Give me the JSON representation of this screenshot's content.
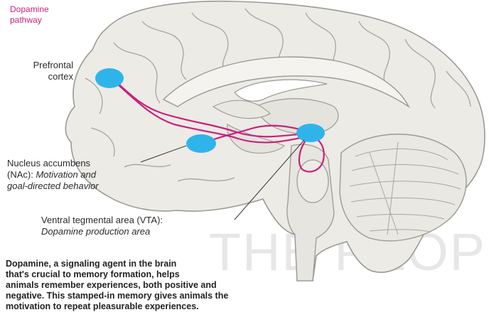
{
  "legend": {
    "line1": "Dopamine",
    "line2": "pathway",
    "color": "#cc1f7a"
  },
  "labels": {
    "prefrontal_line1": "Prefrontal",
    "prefrontal_line2": "cortex",
    "nac_line1": "Nucleus accumbens",
    "nac_line2_plain": "(NAc): ",
    "nac_line2_italic": "Motivation and",
    "nac_line3_italic": "goal-directed behavior",
    "vta_line1": "Ventral tegmental area (VTA):",
    "vta_line2_italic": "Dopamine production area"
  },
  "caption": {
    "line1": "Dopamine, a signaling agent in the brain",
    "line2": "that's crucial to memory formation, helps",
    "line3": "animals remember experiences, both positive and",
    "line4": "negative. This stamped-in memory gives animals the",
    "line5": "motivation to repeat pleasurable experiences."
  },
  "watermark": "THE PEOP",
  "colors": {
    "brain_fill": "#ecebe6",
    "brain_stroke": "#9a9a95",
    "region_blue": "#2fb4ea",
    "pathway": "#cc1f7a"
  }
}
